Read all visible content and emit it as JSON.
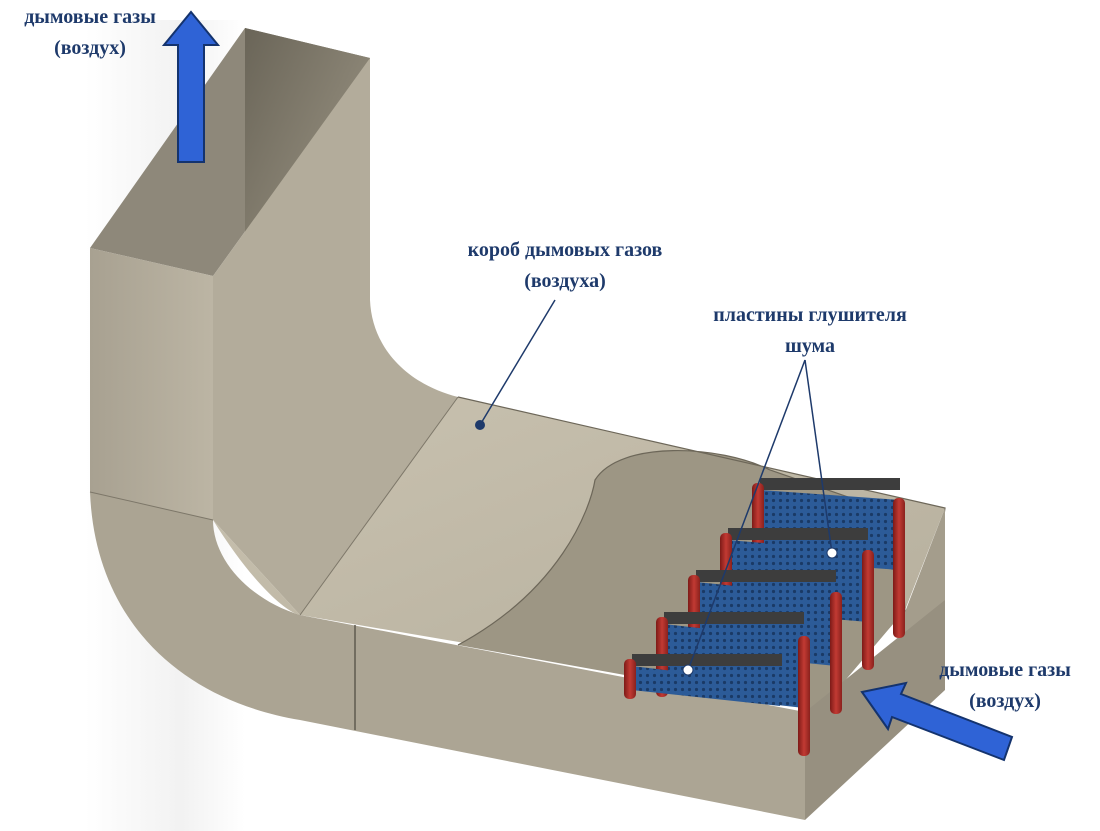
{
  "labels": {
    "outlet_line1": "дымовые газы",
    "outlet_line2": "(воздух)",
    "duct_line1": "короб дымовых газов",
    "duct_line2": "(воздуха)",
    "plates_line1": "пластины глушителя",
    "plates_line2": "шума",
    "inlet_line1": "дымовые газы",
    "inlet_line2": "(воздух)"
  },
  "colors": {
    "label_text": "#1e3a6b",
    "arrow_fill": "#2f63d6",
    "duct_surface": "#bdb6a5",
    "silencer_panel": "#2f5f9e",
    "silencer_frame_end": "#b0302b"
  }
}
